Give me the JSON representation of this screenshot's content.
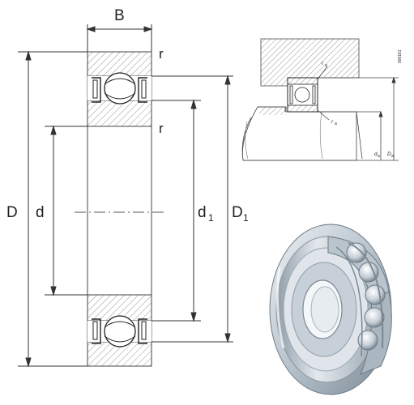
{
  "diagram": {
    "section_labels": {
      "width": "B",
      "outer_diameter": "D",
      "bore": "d",
      "shoulder_inner": "d",
      "shoulder_inner_sub": "1",
      "shoulder_outer": "D",
      "shoulder_outer_sub": "1",
      "chamfer_top": "r",
      "chamfer_inner": "r"
    },
    "mounting_labels": {
      "fillet_outer": "r",
      "fillet_outer_sub": "a",
      "fillet_inner": "r",
      "fillet_inner_sub": "a",
      "abutment_inner": "d",
      "abutment_inner_sub": "a",
      "abutment_outer": "D",
      "abutment_outer_sub": "a",
      "figure_code": "000161"
    },
    "colors": {
      "line": "#333333",
      "hatch": "#9a9a9a",
      "metal": "#c9d3db",
      "metal_dark": "#7d8b96"
    }
  }
}
